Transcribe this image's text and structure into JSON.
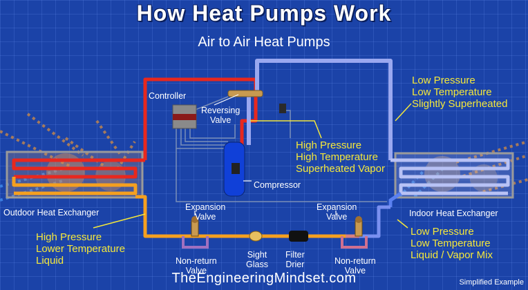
{
  "title": "How Heat Pumps Work",
  "subtitle": "Air to Air Heat Pumps",
  "labels": {
    "controller": "Controller",
    "reversing_valve": [
      "Reversing",
      "Valve"
    ],
    "compressor": "Compressor",
    "outdoor_hx": "Outdoor Heat Exchanger",
    "indoor_hx": "Indoor Heat Exchanger",
    "expansion_valve_left": [
      "Expansion",
      "Valve"
    ],
    "expansion_valve_right": [
      "Expansion",
      "Valve"
    ],
    "non_return_left": [
      "Non-return",
      "Valve"
    ],
    "non_return_right": [
      "Non-return",
      "Valve"
    ],
    "sight_glass": [
      "Sight",
      "Glass"
    ],
    "filter_drier": [
      "Filter",
      "Drier"
    ]
  },
  "states": {
    "top_right": [
      "Low Pressure",
      "Low Temperature",
      "Slightly Superheated"
    ],
    "middle": [
      "High Pressure",
      "High Temperature",
      "Superheated Vapor"
    ],
    "bottom_left": [
      "High Pressure",
      "Lower Temperature",
      "Liquid"
    ],
    "bottom_right": [
      "Low Pressure",
      "Low Temperature",
      "Liquid / Vapor Mix"
    ]
  },
  "footer": {
    "website": "TheEngineeringMindset.com",
    "note": "Simplified Example"
  },
  "colors": {
    "hot_pipe": "#e8281e",
    "warm_pipe": "#f5a020",
    "cold_pipe": "#9aa8f0",
    "label_yellow": "#f5e83a",
    "background": "#1b43a8"
  }
}
